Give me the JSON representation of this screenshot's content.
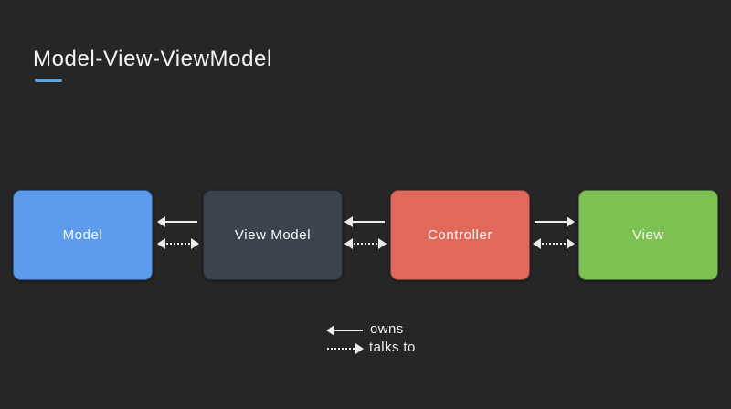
{
  "page": {
    "title": "Model-View-ViewModel",
    "background_color": "#262626",
    "accent_underline_color": "#63a5d8",
    "arrow_color": "#ececec"
  },
  "diagram": {
    "boxes": [
      {
        "id": "model",
        "label": "Model",
        "color": "#5d9bef"
      },
      {
        "id": "view-model",
        "label": "View Model",
        "color": "#3a434e"
      },
      {
        "id": "controller",
        "label": "Controller",
        "color": "#e2685b"
      },
      {
        "id": "view",
        "label": "View",
        "color": "#7dc153"
      }
    ],
    "connections": [
      {
        "from": "View Model",
        "to": "Model",
        "relation": "owns",
        "style": "solid",
        "direction": "left"
      },
      {
        "from": "Model",
        "to": "View Model",
        "relation": "talks to",
        "style": "dashed",
        "direction": "both"
      },
      {
        "from": "Controller",
        "to": "View Model",
        "relation": "owns",
        "style": "solid",
        "direction": "left"
      },
      {
        "from": "View Model",
        "to": "Controller",
        "relation": "talks to",
        "style": "dashed",
        "direction": "both"
      },
      {
        "from": "Controller",
        "to": "View",
        "relation": "owns",
        "style": "solid",
        "direction": "right"
      },
      {
        "from": "Controller",
        "to": "View",
        "relation": "talks to",
        "style": "dashed",
        "direction": "both"
      }
    ]
  },
  "legend": {
    "items": [
      {
        "label": "owns",
        "style": "solid",
        "direction": "left"
      },
      {
        "label": "talks to",
        "style": "dashed",
        "direction": "right"
      }
    ]
  }
}
